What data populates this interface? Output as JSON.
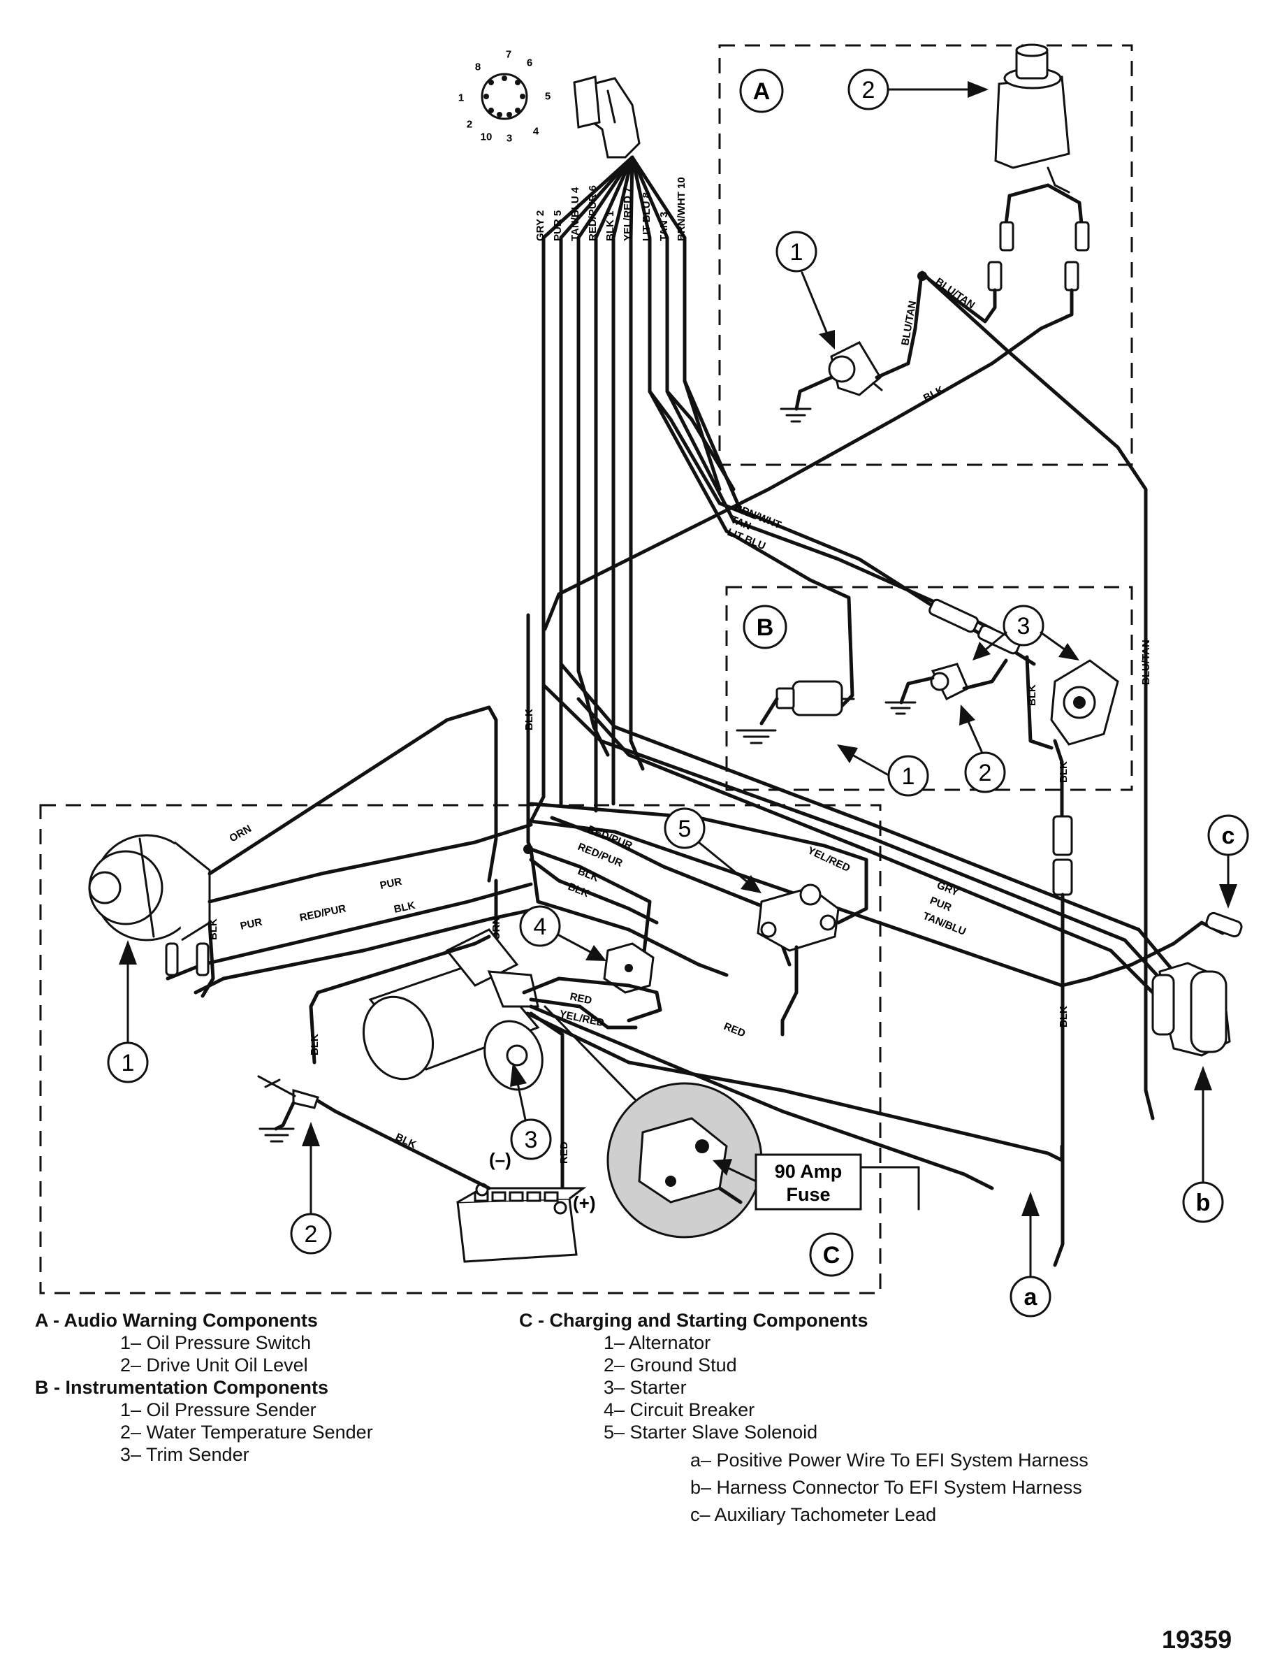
{
  "sections": {
    "A": "A",
    "B": "B",
    "C": "C"
  },
  "connector_pins": [
    "7",
    "6",
    "8",
    "5",
    "1",
    "2",
    "10",
    "3",
    "4"
  ],
  "harness_wires": [
    "GRY 2",
    "PUR 5",
    "TAN/BLU 4",
    "RED/PUR 6",
    "BLK 1",
    "YEL/RED 7",
    "LIT BLU 8",
    "TAN 3",
    "BRN/WHT 10"
  ],
  "wire_labels": {
    "blu_tan_1": "BLU/TAN",
    "blu_tan_2": "BLU/TAN",
    "blu_tan_3": "BLU/TAN",
    "blk_a": "BLK",
    "brn_wht": "BRN/WHT",
    "tan": "TAN",
    "lit_blu": "LIT BLU",
    "blk_trunk": "BLK",
    "blk_b1": "BLK",
    "blk_b2": "BLK",
    "orn_1": "ORN",
    "pur_1": "PUR",
    "pur_2": "PUR",
    "red_pur_1": "RED/PUR",
    "blk_c1": "BLK",
    "blk_alt": "BLK",
    "orn_2": "ORN",
    "red_pur_2": "RED/PUR",
    "red_pur_3": "RED/PUR",
    "blk_c2": "BLK",
    "blk_c3": "BLK",
    "yel_red_1": "YEL/RED",
    "red_1": "RED",
    "yel_red_2": "YEL/RED",
    "red_2": "RED",
    "red_3": "RED",
    "blk_gnd": "BLK",
    "blk_batt": "BLK",
    "blk_right": "BLK",
    "gry": "GRY",
    "pur_3": "PUR",
    "tan_blu": "TAN/BLU"
  },
  "callouts": {
    "a1": "1",
    "a2": "2",
    "b1": "1",
    "b2": "2",
    "b3": "3",
    "c1": "1",
    "c2": "2",
    "c3": "3",
    "c4": "4",
    "c5": "5",
    "la": "a",
    "lb": "b",
    "lc": "c"
  },
  "battery": {
    "negative": "(–)",
    "positive": "(+)"
  },
  "fuse_label": [
    "90 Amp",
    "Fuse"
  ],
  "legend": {
    "a_title": "A - Audio Warning Components",
    "a_items": [
      "1– Oil Pressure Switch",
      "2– Drive Unit Oil Level"
    ],
    "b_title": "B - Instrumentation Components",
    "b_items": [
      "1– Oil Pressure Sender",
      "2– Water Temperature Sender",
      "3– Trim Sender"
    ],
    "c_title": "C - Charging and Starting Components",
    "c_items": [
      "1– Alternator",
      "2– Ground Stud",
      "3– Starter",
      "4– Circuit Breaker",
      "5– Starter Slave Solenoid"
    ],
    "letter_items": [
      "a– Positive Power Wire To EFI System Harness",
      "b– Harness Connector To EFI System Harness",
      "c– Auxiliary Tachometer Lead"
    ]
  },
  "figure_number": "19359"
}
